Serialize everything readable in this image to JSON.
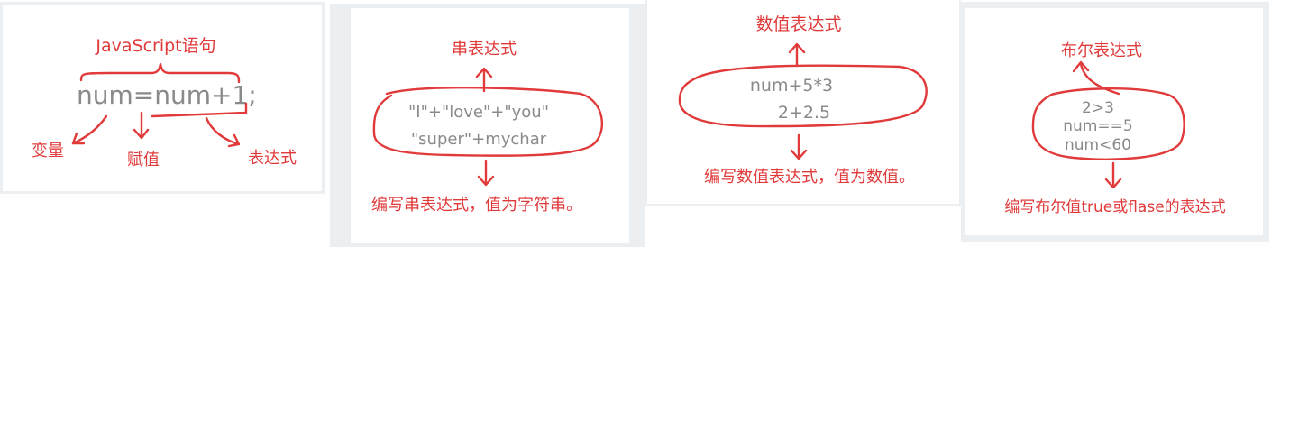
{
  "panel1": {
    "title": "JavaScript语句",
    "statement": "num=num+1;",
    "label_variable": "变量",
    "label_assign": "赋值",
    "label_expression": "表达式"
  },
  "panel2": {
    "title": "串表达式",
    "line1": "\"I\"+\"love\"+\"you\"",
    "line2": "\"super\"+mychar",
    "caption": "编写串表达式，值为字符串。"
  },
  "panel3": {
    "title": "数值表达式",
    "line1": "num+5*3",
    "line2": "2+2.5",
    "caption": "编写数值表达式，值为数值。"
  },
  "panel4": {
    "title": "布尔表达式",
    "line1": "2>3",
    "line2": "num==5",
    "line3": "num<60",
    "caption": "编写布尔值true或flase的表达式"
  },
  "colors": {
    "annotation": "#e03a3a",
    "code_text": "#8a8a8a",
    "frame": "#eceff1"
  }
}
